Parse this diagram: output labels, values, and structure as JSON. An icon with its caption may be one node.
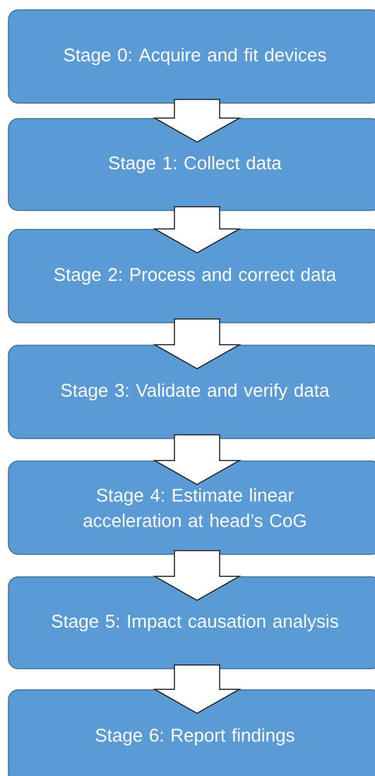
{
  "diagram": {
    "nodes": [
      {
        "text": [
          "Stage 0: Acquire and fit devices"
        ]
      },
      {
        "text": [
          "Stage 1: Collect data"
        ]
      },
      {
        "text": [
          "Stage 2: Process and correct data"
        ]
      },
      {
        "text": [
          "Stage 3: Validate and verify data"
        ]
      },
      {
        "text": [
          "Stage 4: Estimate linear acceleration at head’s CoG"
        ]
      },
      {
        "text": [
          "Stage 5: Impact causation analysis"
        ]
      },
      {
        "text": [
          "Stage 6: Report findings"
        ]
      }
    ],
    "edges": [
      {
        "from": 0,
        "to": 1,
        "arrow": "to"
      },
      {
        "from": 1,
        "to": 2,
        "arrow": "to"
      },
      {
        "from": 2,
        "to": 3,
        "arrow": "to"
      },
      {
        "from": 3,
        "to": 4,
        "arrow": "to"
      },
      {
        "from": 4,
        "to": 5,
        "arrow": "to"
      },
      {
        "from": 5,
        "to": 6,
        "arrow": "to"
      }
    ]
  }
}
